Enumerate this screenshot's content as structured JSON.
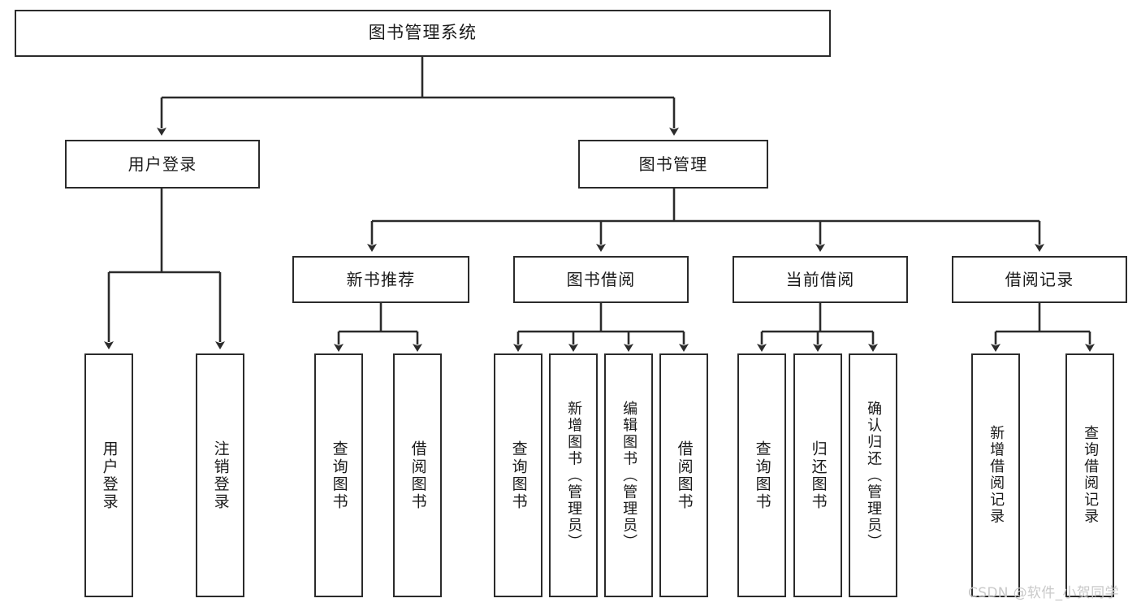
{
  "diagram": {
    "type": "hierarchy-tree",
    "title": "图书管理系统",
    "orientation": "top-down",
    "colors": {
      "box_border": "#2b2b2b",
      "box_fill": "#ffffff",
      "connector": "#2b2b2b",
      "text": "#1a1a1a",
      "watermark": "#c9c9c9",
      "background": "#ffffff"
    }
  },
  "root": {
    "label": "图书管理系统"
  },
  "level2": [
    {
      "label": "用户登录"
    },
    {
      "label": "图书管理"
    }
  ],
  "level3": [
    {
      "label": "新书推荐"
    },
    {
      "label": "图书借阅"
    },
    {
      "label": "当前借阅"
    },
    {
      "label": "借阅记录"
    }
  ],
  "leaves": {
    "user_login": [
      {
        "label": "用户登录"
      },
      {
        "label": "注销登录"
      }
    ],
    "new_book_recommend": [
      {
        "label": "查询图书"
      },
      {
        "label": "借阅图书"
      }
    ],
    "book_borrow": [
      {
        "label": "查询图书"
      },
      {
        "label": "新增图书（管理员）"
      },
      {
        "label": "编辑图书（管理员）"
      },
      {
        "label": "借阅图书"
      }
    ],
    "current_borrow": [
      {
        "label": "查询图书"
      },
      {
        "label": "归还图书"
      },
      {
        "label": "确认归还（管理员）"
      }
    ],
    "borrow_record": [
      {
        "label": "新增借阅记录"
      },
      {
        "label": "查询借阅记录"
      }
    ]
  },
  "watermark": {
    "text": "CSDN @软件_小贺同学"
  }
}
